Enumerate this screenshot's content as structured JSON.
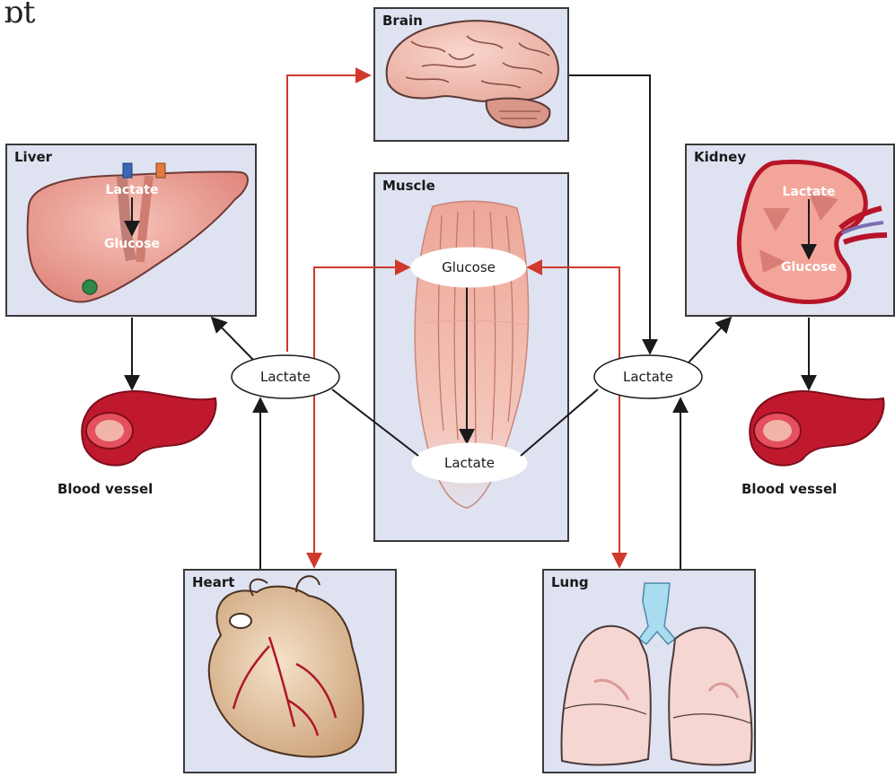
{
  "corner_text": "ɒt",
  "panels": {
    "brain": "Brain",
    "liver": "Liver",
    "muscle": "Muscle",
    "kidney": "Kidney",
    "heart": "Heart",
    "lung": "Lung"
  },
  "liver_labels": {
    "top": "Lactate",
    "bottom": "Glucose"
  },
  "kidney_labels": {
    "top": "Lactate",
    "bottom": "Glucose"
  },
  "muscle_labels": {
    "top": "Glucose",
    "bottom": "Lactate"
  },
  "hub_left": "Lactate",
  "hub_right": "Lactate",
  "captions": {
    "left_vessel": "Blood vessel",
    "right_vessel": "Blood vessel"
  },
  "colors": {
    "panel_bg": "#dfe2f1",
    "red_arrow": "#d0392b",
    "black_arrow": "#1a1a1a",
    "vessel": "#c0192e",
    "organ_pink": "#e9928a"
  }
}
